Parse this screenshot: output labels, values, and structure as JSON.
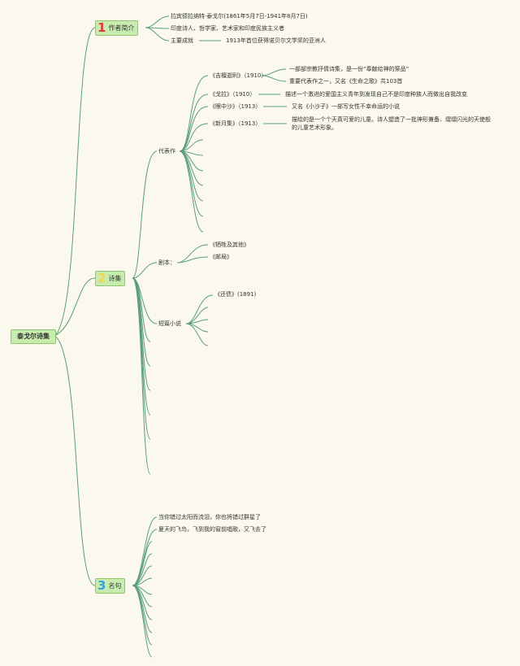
{
  "root": "泰戈尔诗集",
  "branches": {
    "intro": {
      "num": "1",
      "num_color": "#e23b3b",
      "label": "作者简介",
      "items": {
        "name": "拉宾德拉纳特·泰戈尔(1861年5月7日-1941年8月7日)",
        "identity": "印度诗人、哲学家、艺术家和印度民族主义者",
        "achievement_label": "主要成就",
        "achievement_value": "1913年首位获得诺贝尔文学奖的亚洲人"
      }
    },
    "poems": {
      "num": "2",
      "num_color": "#f2d64b",
      "label": "诗集",
      "works": {
        "label": "代表作",
        "gitanjali": {
          "title": "《吉檀迦利》（1910）",
          "desc1": "一部部宗教抒情诗集，是一份“奉献给神的祭品”",
          "desc2": "重要代表作之一，又名《生命之歌》共103首"
        },
        "gora": {
          "title": "《戈拉》（1910）",
          "desc": "描述一个激进的爱国主义青年到发现自己不是印度种族人而做出自我改变"
        },
        "sand": {
          "title": "《眼中沙》（1913）",
          "desc": "又名《小沙子》一部写女性不幸命运的小说"
        },
        "moon": {
          "title": "《新月集》（1913）",
          "desc": "描绘的是一个个天真可爱的儿童。诗人塑造了一批神形兼备、熠熠闪光的天使般的儿童艺术形象。"
        }
      },
      "plays": {
        "label": "剧本：",
        "p1": "《牺牲及其他》",
        "p2": "《邮局》"
      },
      "stories": {
        "label": "短篇小说",
        "s1": "《还债》(1891)"
      }
    },
    "quotes": {
      "num": "3",
      "num_color": "#3aa0d8",
      "label": "名句",
      "q1": "当你错过太阳而流泪，你也将错过群星了",
      "q2": "夏天的飞鸟，飞到我的窗前唱歌，又飞去了"
    }
  },
  "colors": {
    "line": "#5a9e7a",
    "node_fill": "#c7ecae",
    "node_border": "#8fc66d",
    "background": "#fbf9ed"
  }
}
